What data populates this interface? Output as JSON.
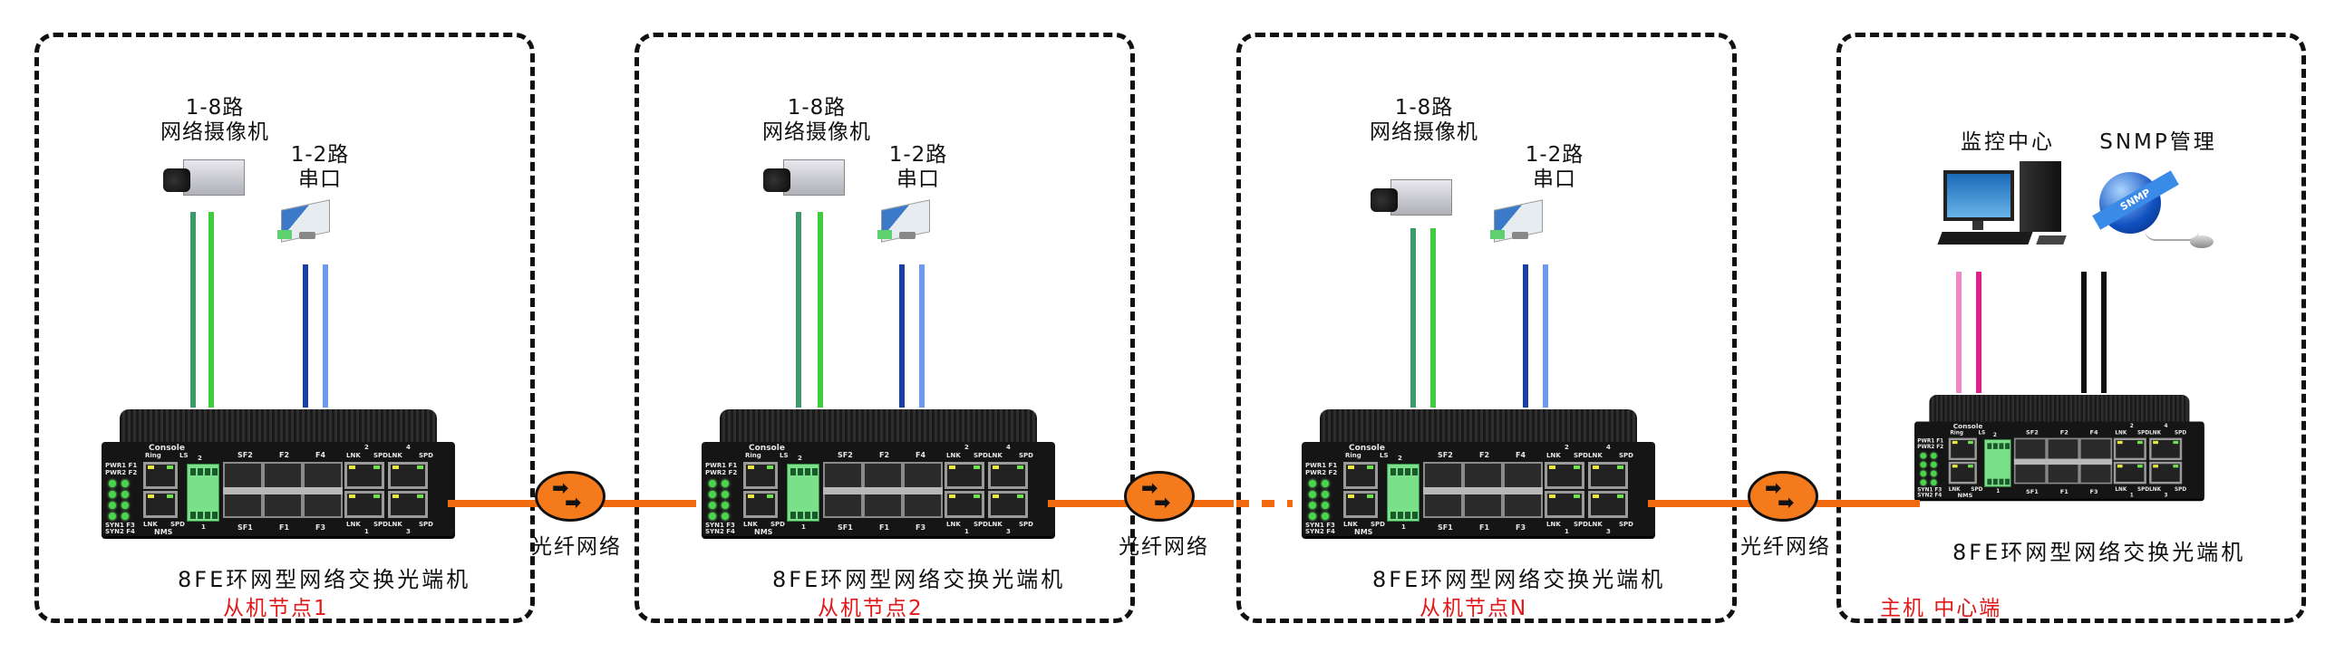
{
  "diagram": {
    "title": "8FE环网型网络交换光端机 组网示意图",
    "colors": {
      "fiber": "#f26a10",
      "node_title": "#e01818",
      "camera_cable_1": "#3a9a6a",
      "camera_cable_2": "#3fcc3f",
      "serial_cable_1": "#1a3fa0",
      "serial_cable_2": "#6a9ae8",
      "monitor_cable_1": "#f088c8",
      "monitor_cable_2": "#e0208a",
      "snmp_cable": "#111111"
    },
    "nodes": [
      {
        "id": "slave-1",
        "title": "从机节点1",
        "device_caption": "8FE环网型网络交换光端机",
        "peripherals": [
          {
            "kind": "camera-icon",
            "label_line1": "1-8路",
            "label_line2": "网络摄像机"
          },
          {
            "kind": "serial-converter-icon",
            "label_line1": "1-2路",
            "label_line2": "串口"
          }
        ]
      },
      {
        "id": "slave-2",
        "title": "从机节点2",
        "device_caption": "8FE环网型网络交换光端机",
        "peripherals": [
          {
            "kind": "camera-icon",
            "label_line1": "1-8路",
            "label_line2": "网络摄像机"
          },
          {
            "kind": "serial-converter-icon",
            "label_line1": "1-2路",
            "label_line2": "串口"
          }
        ]
      },
      {
        "id": "slave-n",
        "title": "从机节点N",
        "device_caption": "8FE环网型网络交换光端机",
        "peripherals": [
          {
            "kind": "camera-icon",
            "label_line1": "1-8路",
            "label_line2": "网络摄像机"
          },
          {
            "kind": "serial-converter-icon",
            "label_line1": "1-2路",
            "label_line2": "串口"
          }
        ]
      },
      {
        "id": "master",
        "title": "主机 中心端",
        "device_caption": "8FE环网型网络交换光端机",
        "peripherals": [
          {
            "kind": "pc-icon",
            "label_line1": "监控中心"
          },
          {
            "kind": "snmp-globe-icon",
            "label_line1": "SNMP管理",
            "badge": "SNMP"
          }
        ]
      }
    ],
    "links": [
      {
        "label": "光纤网络",
        "style": "solid"
      },
      {
        "label": "光纤网络",
        "style": "solid-then-dotted"
      },
      {
        "label": "光纤网络",
        "style": "solid"
      }
    ],
    "switch_panel": {
      "console": "Console",
      "ring": "Ring",
      "ls": "LS",
      "nms": "NMS",
      "lnk": "LNK",
      "spd": "SPD",
      "leds_top": [
        "PWR1 F1",
        "PWR2 F2"
      ],
      "leds_bottom": [
        "SYN1 F3",
        "SYN2 F4"
      ],
      "terminal_top": "2",
      "terminal_bottom": "1",
      "sfp_top": [
        "SF2",
        "F2",
        "F4"
      ],
      "sfp_bottom": [
        "SF1",
        "F1",
        "F3"
      ],
      "rj_top_numbers": [
        "2",
        "4"
      ],
      "rj_bottom_numbers": [
        "1",
        "3"
      ]
    }
  }
}
